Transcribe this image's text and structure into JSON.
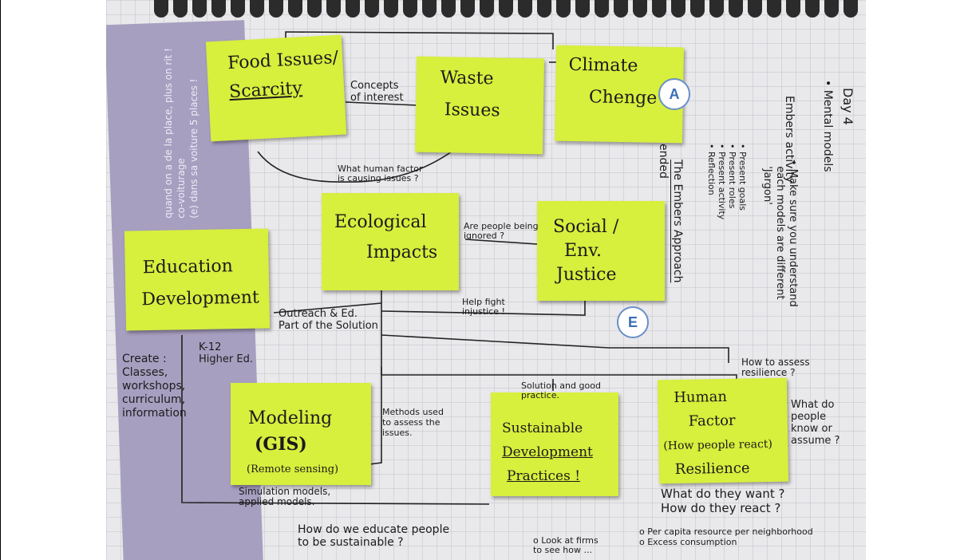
{
  "notes": {
    "food": {
      "line1": "Food Issues/",
      "line2": "Scarcity"
    },
    "waste": {
      "line1": "Waste",
      "line2": "Issues"
    },
    "climate": {
      "line1": "Climate",
      "line2": "Chenge"
    },
    "ecological": {
      "line1": "Ecological",
      "line2": "Impacts"
    },
    "social": {
      "line1": "Social /",
      "line2": "Env.",
      "line3": "Justice"
    },
    "education": {
      "line1": "Education",
      "line2": "Development"
    },
    "modeling": {
      "line1": "Modeling",
      "line2": "(GIS)",
      "line3": "(Remote sensing)"
    },
    "sustainable": {
      "line1": "Sustainable",
      "line2": "Development",
      "line3": "Practices !"
    },
    "human": {
      "line1": "Human",
      "line2": "Factor",
      "line3": "(How people react)",
      "line4": "Resilience"
    }
  },
  "labels": {
    "concepts": "Concepts\nof interest",
    "human_factor_q": "What human factor\nis causing issues ?",
    "people_ignored": "Are people being\nignored ?",
    "outreach": "Outreach & Ed.\nPart of the Solution",
    "help_fight": "Help fight\ninjustice !",
    "k12": "K-12\nHigher Ed.",
    "create": "Create :\nClasses,\nworkshops,\ncurriculum,\ninformation",
    "methods": "Methods used\nto assess the\nissues.",
    "solution": "Solution and good\npractice.",
    "assess": "How to assess\nresilience ?",
    "what_do": "What do\npeople\nknow or\nassume ?",
    "simulation": "Simulation models,\napplied models.",
    "educate": "How do we educate people\nto be sustainable ?",
    "look": "o Look at firms\nto see how ...",
    "want": "What do they want ?\nHow do they react ?",
    "per_capita": "o Per capita resource per neighborhood\no Excess consumption"
  },
  "side_notes": {
    "day": "Day 4",
    "mental": "• Mental models",
    "make_sure": "• Make sure you understand\n  each models are different\n  'Jargon'",
    "embers": "Embers activity",
    "points": "• Present goals\n• Present roles\n• Present activity\n• Reflection",
    "approach": "The Embers Approach",
    "ended": "ended"
  },
  "purple_card": {
    "text1": "quand on a de la place, plus on rit !",
    "text2": "co-voiturage",
    "text3": "(e) dans sa voiture 5 places !"
  },
  "badges": {
    "a": "A",
    "e": "E"
  },
  "colors": {
    "sticky": "#d7ef3d",
    "badge_border": "#6a8fc9",
    "badge_text": "#3b6fb6",
    "purple": "#a79fc0"
  }
}
